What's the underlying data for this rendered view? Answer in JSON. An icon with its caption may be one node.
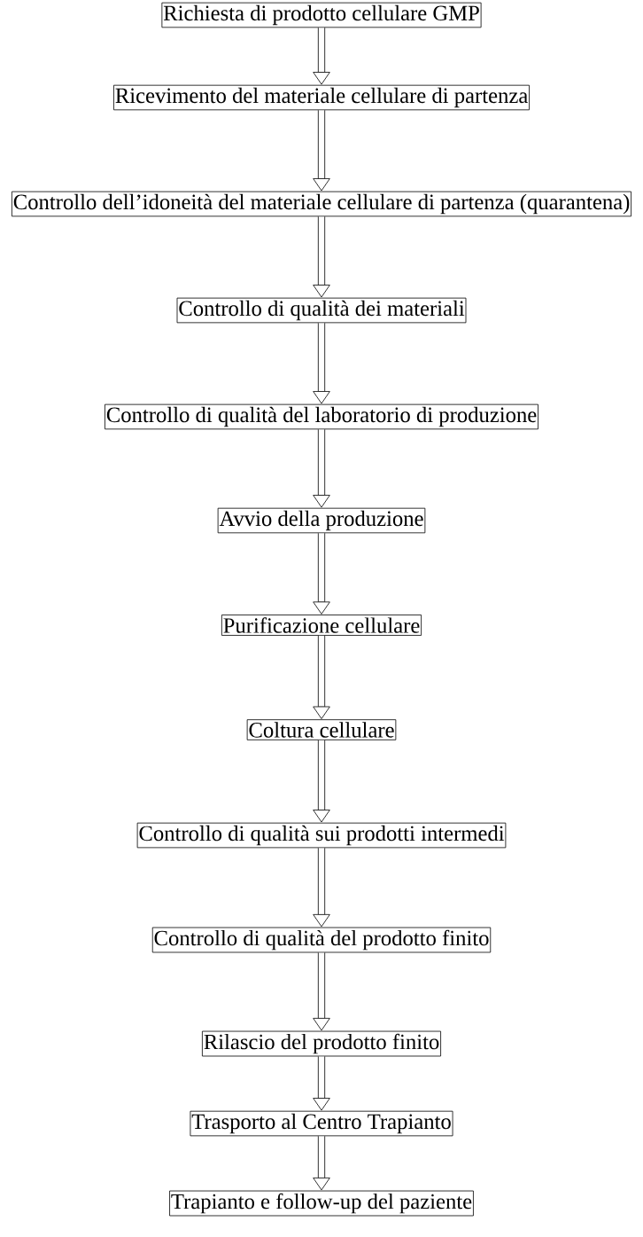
{
  "diagram": {
    "nodes": [
      {
        "text": [
          "Richiesta di prodotto cellulare GMP"
        ]
      },
      {
        "text": [
          "Ricevimento del materiale cellulare di partenza"
        ]
      },
      {
        "text": [
          "Controllo dell’idoneità del materiale cellulare di partenza (quarantena)"
        ]
      },
      {
        "text": [
          "Controllo di qualità dei materiali"
        ]
      },
      {
        "text": [
          "Controllo di qualità del laboratorio di produzione"
        ]
      },
      {
        "text": [
          "Avvio della produzione"
        ]
      },
      {
        "text": [
          "Purificazione cellulare"
        ]
      },
      {
        "text": [
          "Coltura cellulare"
        ]
      },
      {
        "text": [
          "Controllo di qualità sui prodotti intermedi"
        ]
      },
      {
        "text": [
          "Controllo di qualità del prodotto finito"
        ]
      },
      {
        "text": [
          "Rilascio del prodotto finito"
        ]
      },
      {
        "text": [
          "Trasporto al Centro Trapianto"
        ]
      },
      {
        "text": [
          "Trapianto e follow-up del paziente"
        ]
      }
    ],
    "edges": [
      {
        "from": 0,
        "to": 1,
        "arrow": "to"
      },
      {
        "from": 1,
        "to": 2,
        "arrow": "to"
      },
      {
        "from": 2,
        "to": 3,
        "arrow": "to"
      },
      {
        "from": 3,
        "to": 4,
        "arrow": "to"
      },
      {
        "from": 4,
        "to": 5,
        "arrow": "to"
      },
      {
        "from": 5,
        "to": 6,
        "arrow": "to"
      },
      {
        "from": 6,
        "to": 7,
        "arrow": "to"
      },
      {
        "from": 7,
        "to": 8,
        "arrow": "to"
      },
      {
        "from": 8,
        "to": 9,
        "arrow": "to"
      },
      {
        "from": 9,
        "to": 10,
        "arrow": "to"
      },
      {
        "from": 10,
        "to": 11,
        "arrow": "to"
      },
      {
        "from": 11,
        "to": 12,
        "arrow": "to"
      }
    ]
  }
}
